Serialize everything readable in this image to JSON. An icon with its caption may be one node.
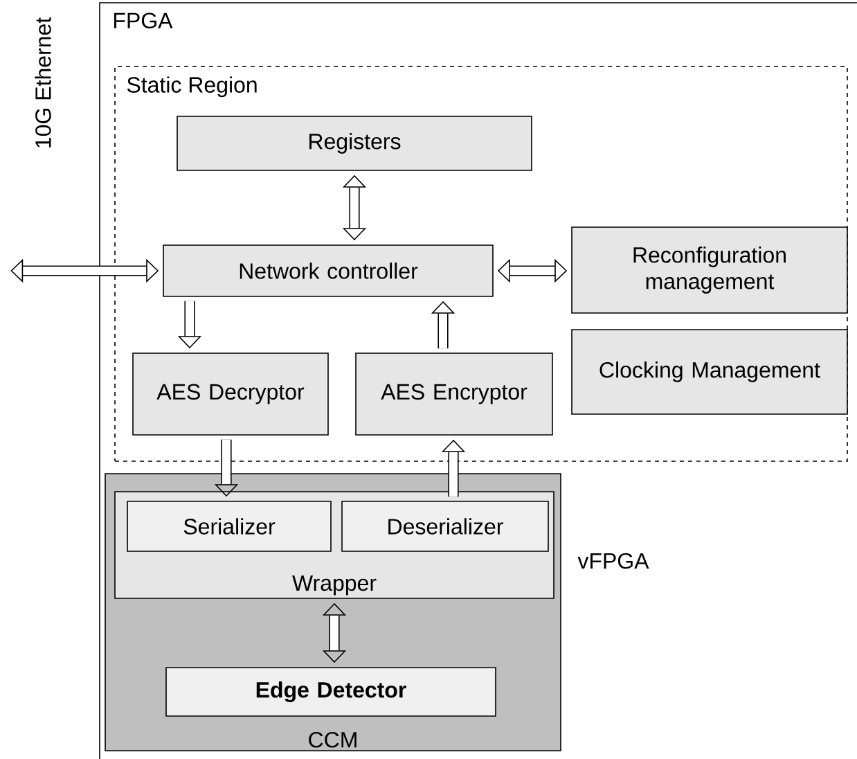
{
  "diagram": {
    "nodes": [
      {
        "text": [
          "FPGA"
        ]
      },
      {
        "text": [
          "Static Region"
        ],
        "in": 0
      },
      {
        "text": [
          "Registers"
        ],
        "in": 1
      },
      {
        "text": [
          "Network controller"
        ],
        "in": 1
      },
      {
        "text": [
          "Reconfiguration management"
        ],
        "in": 1
      },
      {
        "text": [
          "Clocking Management"
        ],
        "in": 1
      },
      {
        "text": [
          "AES Decryptor"
        ],
        "in": 1
      },
      {
        "text": [
          "AES Encryptor"
        ],
        "in": 1
      },
      {
        "text": [
          "CCM"
        ],
        "beside": [
          "vFPGA"
        ],
        "in": 0
      },
      {
        "text": [
          "Wrapper"
        ],
        "in": 8
      },
      {
        "text": [
          "Serializer"
        ],
        "in": 9
      },
      {
        "text": [
          "Deserializer"
        ],
        "in": 9
      },
      {
        "text": [
          "Edge Detector"
        ],
        "in": 8
      }
    ],
    "edges": [
      {
        "from": null,
        "to": 3,
        "arrow": "both"
      },
      {
        "from": 2,
        "to": 3,
        "arrow": "both"
      },
      {
        "from": 3,
        "to": 4,
        "arrow": "both"
      },
      {
        "from": 3,
        "to": 6,
        "arrow": "to"
      },
      {
        "from": 7,
        "to": 3,
        "arrow": "to"
      },
      {
        "from": 6,
        "to": 10,
        "arrow": "to"
      },
      {
        "from": 11,
        "to": 7,
        "arrow": "to"
      },
      {
        "from": 9,
        "to": 12,
        "arrow": "both"
      }
    ],
    "labels": [
      "10G Ethernet"
    ]
  }
}
